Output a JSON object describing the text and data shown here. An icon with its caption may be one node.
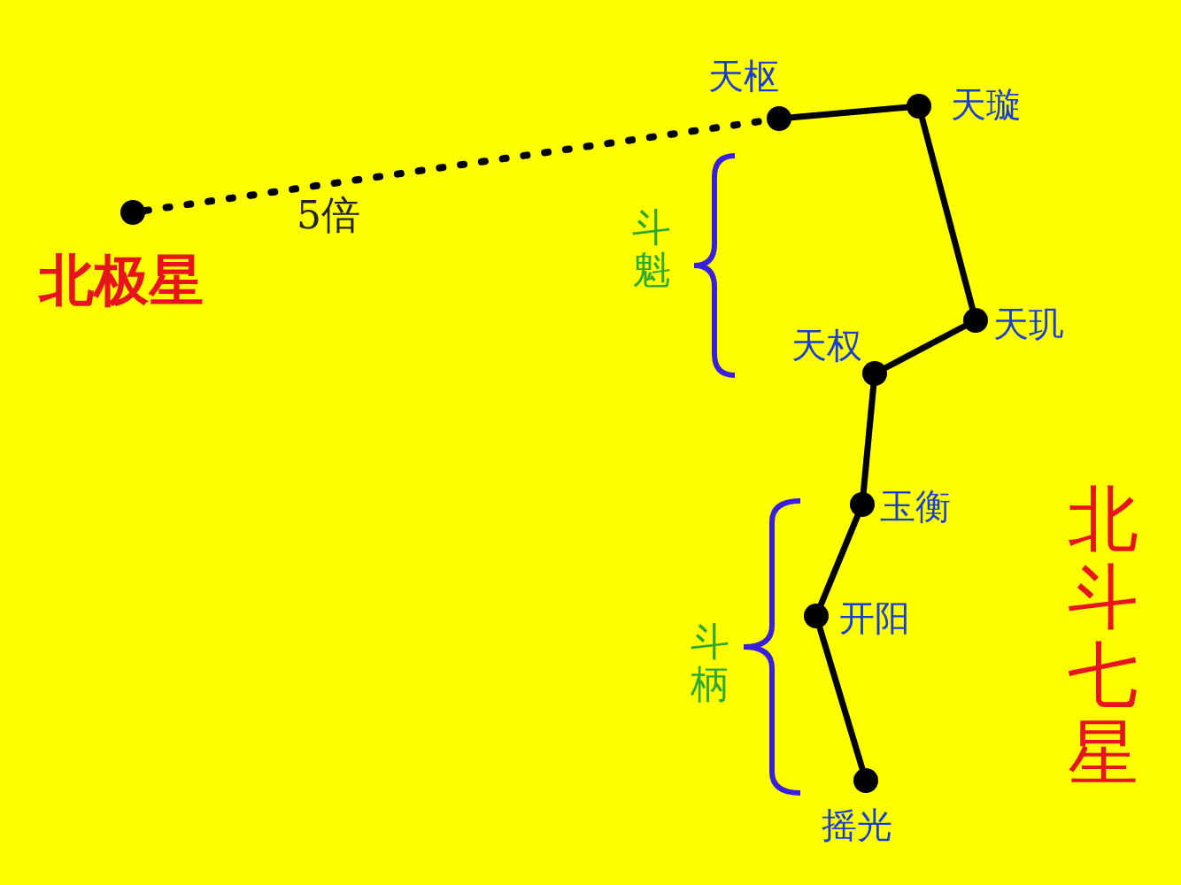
{
  "diagram": {
    "nodes": [
      {
        "text": [],
        "shape": "circle",
        "beside": [
          "北极星"
        ]
      },
      {
        "text": [],
        "shape": "circle",
        "beside": [
          "天枢"
        ]
      },
      {
        "text": [],
        "shape": "circle",
        "beside": [
          "天璇"
        ]
      },
      {
        "text": [],
        "shape": "circle",
        "beside": [
          "天玑"
        ]
      },
      {
        "text": [],
        "shape": "circle",
        "beside": [
          "天权"
        ]
      },
      {
        "text": [],
        "shape": "circle",
        "beside": [
          "玉衡"
        ]
      },
      {
        "text": [],
        "shape": "circle",
        "beside": [
          "开阳"
        ]
      },
      {
        "text": [],
        "shape": "circle",
        "beside": [
          "摇光"
        ]
      }
    ],
    "edges": [
      {
        "from": 0,
        "to": 1,
        "arrow": "none",
        "label": "5倍",
        "style": "dashed"
      },
      {
        "from": 1,
        "to": 2,
        "arrow": "none"
      },
      {
        "from": 2,
        "to": 3,
        "arrow": "none"
      },
      {
        "from": 3,
        "to": 4,
        "arrow": "none"
      },
      {
        "from": 4,
        "to": 5,
        "arrow": "none"
      },
      {
        "from": 5,
        "to": 6,
        "arrow": "none"
      },
      {
        "from": 6,
        "to": 7,
        "arrow": "none"
      }
    ],
    "labels": [
      "斗魁",
      "斗柄",
      "北斗七星"
    ]
  }
}
